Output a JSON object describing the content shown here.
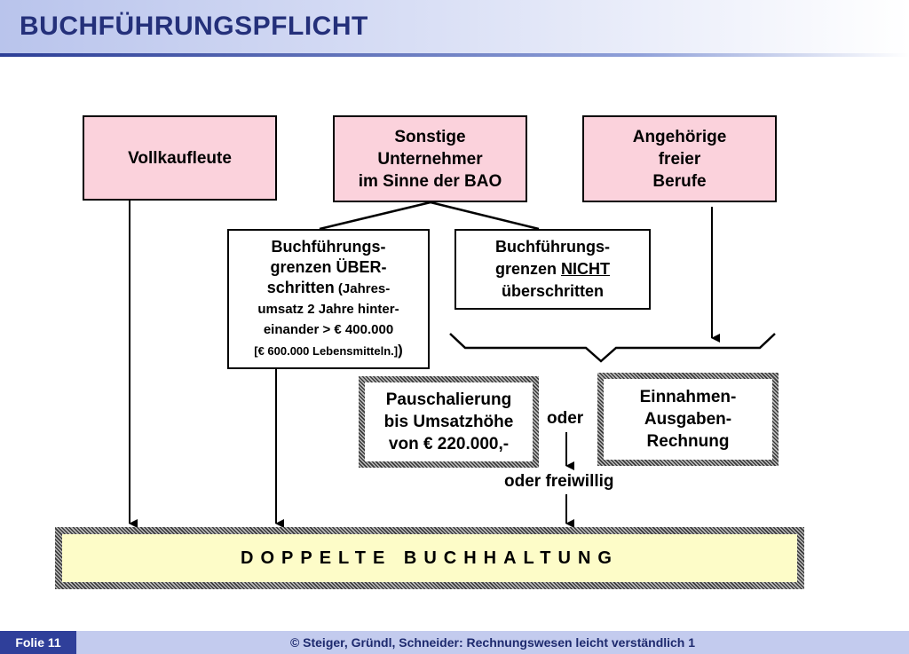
{
  "header": {
    "title": "BUCHFÜHRUNGSPFLICHT"
  },
  "top_boxes": {
    "vollkaufleute": "Vollkaufleute",
    "sonstige": [
      "Sonstige",
      "Unternehmer",
      "im Sinne der BAO"
    ],
    "angehoerige": [
      "Angehörige",
      "freier",
      "Berufe"
    ]
  },
  "middle_boxes": {
    "ueberschritten": {
      "line1": "Buchführungs-",
      "line2": "grenzen ÜBER-",
      "line3a": "schritten",
      "line3b": " (Jahres-",
      "line4": "umsatz 2 Jahre hinter-",
      "line5": "einander > € 400.000",
      "line6a": "[€ 600.000 Lebensmitteln.]",
      "line6b": ")"
    },
    "nicht": {
      "line1": "Buchführungs-",
      "line2a": "grenzen ",
      "line2b": "NICHT",
      "line3": "überschritten"
    }
  },
  "lower_boxes": {
    "pauschalierung": [
      "Pauschalierung",
      "bis Umsatzhöhe",
      "von € 220.000,-"
    ],
    "einnahmen": [
      "Einnahmen-",
      "Ausgaben-",
      "Rechnung"
    ]
  },
  "connectors": {
    "oder": "oder",
    "oder_freiwillig": "oder freiwillig"
  },
  "bottom": {
    "label": "DOPPELTE BUCHHALTUNG"
  },
  "footer": {
    "slide": "Folie 11",
    "copyright": "© Steiger, Gründl, Schneider: Rechnungswesen leicht verständlich 1"
  }
}
